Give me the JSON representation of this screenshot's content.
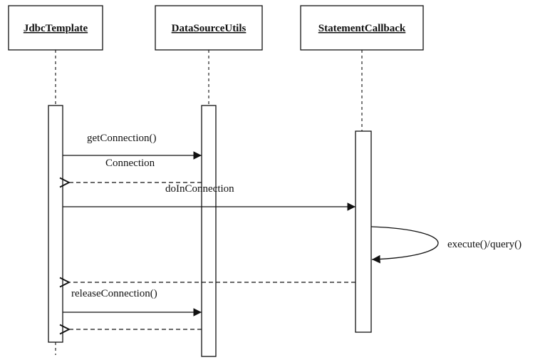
{
  "participants": [
    {
      "name": "JdbcTemplate"
    },
    {
      "name": "DataSourceUtils"
    },
    {
      "name": "StatementCallback"
    }
  ],
  "messages": [
    {
      "label": "getConnection()",
      "type": "call"
    },
    {
      "label": "Connection",
      "type": "return"
    },
    {
      "label": "doInConnection",
      "type": "call"
    },
    {
      "label": "execute()/query()",
      "type": "self"
    },
    {
      "label": "",
      "type": "return"
    },
    {
      "label": "releaseConnection()",
      "type": "call"
    },
    {
      "label": "",
      "type": "return"
    }
  ]
}
